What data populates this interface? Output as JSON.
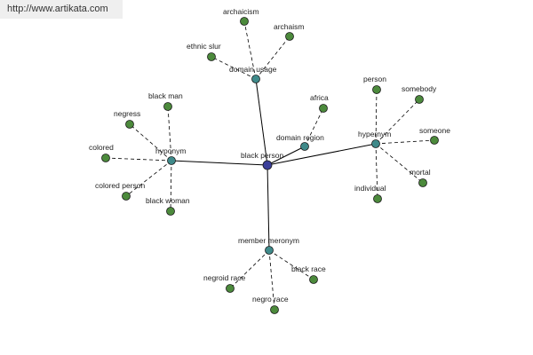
{
  "watermark": {
    "text": "http://www.artikata.com"
  },
  "graph": {
    "edge_color": "#000000",
    "colors": {
      "root": "#3b3f9a",
      "relation": "#3f8a8a",
      "leaf": "#4c8a3c"
    },
    "root": {
      "id": "black-person",
      "label": "black person"
    },
    "relations": [
      {
        "id": "domain-usage",
        "label": "domain usage"
      },
      {
        "id": "domain-region",
        "label": "domain region"
      },
      {
        "id": "hypernym",
        "label": "hypernym"
      },
      {
        "id": "hyponym",
        "label": "hyponym"
      },
      {
        "id": "member-meronym",
        "label": "member meronym"
      }
    ],
    "leaves": [
      {
        "id": "archaicism",
        "label": "archaicism",
        "parent": "domain-usage"
      },
      {
        "id": "archaism",
        "label": "archaism",
        "parent": "domain-usage"
      },
      {
        "id": "ethnic-slur",
        "label": "ethnic slur",
        "parent": "domain-usage"
      },
      {
        "id": "africa",
        "label": "africa",
        "parent": "domain-region"
      },
      {
        "id": "person",
        "label": "person",
        "parent": "hypernym"
      },
      {
        "id": "somebody",
        "label": "somebody",
        "parent": "hypernym"
      },
      {
        "id": "someone",
        "label": "someone",
        "parent": "hypernym"
      },
      {
        "id": "mortal",
        "label": "mortal",
        "parent": "hypernym"
      },
      {
        "id": "individual",
        "label": "individual",
        "parent": "hypernym"
      },
      {
        "id": "black-man",
        "label": "black man",
        "parent": "hyponym"
      },
      {
        "id": "negress",
        "label": "negress",
        "parent": "hyponym"
      },
      {
        "id": "colored",
        "label": "colored",
        "parent": "hyponym"
      },
      {
        "id": "colored-person",
        "label": "colored person",
        "parent": "hyponym"
      },
      {
        "id": "black-woman",
        "label": "black woman",
        "parent": "hyponym"
      },
      {
        "id": "black-race",
        "label": "black race",
        "parent": "member-meronym"
      },
      {
        "id": "negroid-race",
        "label": "negroid race",
        "parent": "member-meronym"
      },
      {
        "id": "negro-race",
        "label": "negro race",
        "parent": "member-meronym"
      }
    ]
  }
}
